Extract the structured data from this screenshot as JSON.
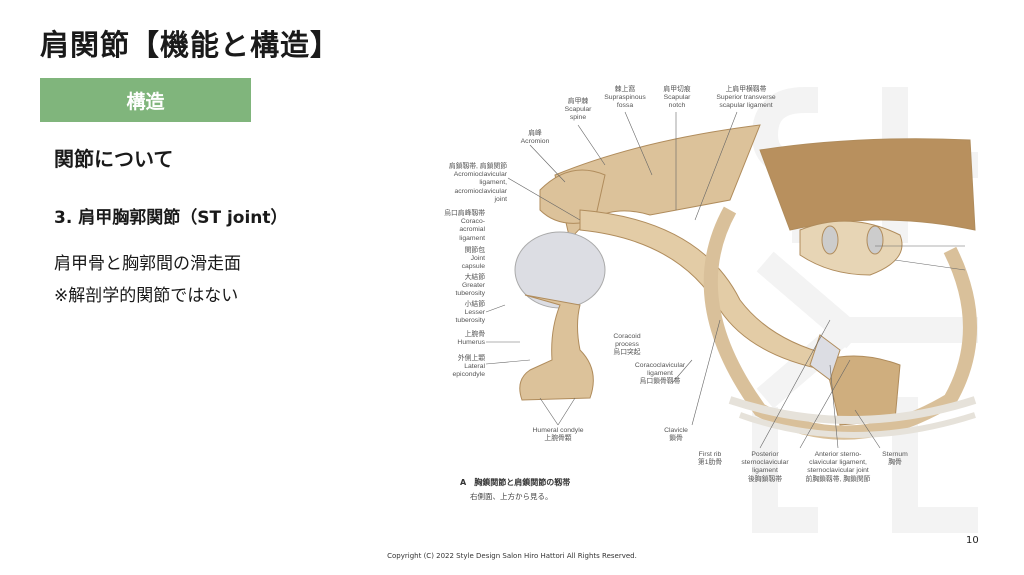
{
  "slide": {
    "title": "肩関節【機能と構造】",
    "section_banner": "構造",
    "heading": "関節について",
    "subheading": "3. 肩甲胸郭関節（ST joint）",
    "body_lines": [
      "肩甲骨と胸郭間の滑走面",
      "※解剖学的関節ではない"
    ],
    "page_number": "10",
    "copyright": "Copyright (C) 2022 Style Design Salon Hiro Hattori All Rights Reserved.",
    "watermark": "STYLE"
  },
  "figure": {
    "labels": {
      "scapular_spine": [
        "肩甲棘",
        "Scapular",
        "spine"
      ],
      "supraspinous_fossa": [
        "棘上窩",
        "Supraspinous",
        "fossa"
      ],
      "scapular_notch": [
        "肩甲切痕",
        "Scapular",
        "notch"
      ],
      "superior_transverse": [
        "上肩甲横靱帯",
        "Superior transverse",
        "scapular ligament"
      ],
      "acromion": [
        "肩峰",
        "Acromion"
      ],
      "acromioclavicular": [
        "肩鎖靱帯, 肩鎖関節",
        "Acromioclavicular",
        "ligament,",
        "acromioclavicular",
        "joint"
      ],
      "coracoacromial": [
        "烏口肩峰靱帯",
        "Coraco-",
        "acromial",
        "ligament"
      ],
      "joint_capsule": [
        "関節包",
        "Joint",
        "capsule"
      ],
      "greater_tuberosity": [
        "大結節",
        "Greater",
        "tuberosity"
      ],
      "lesser_tuberosity": [
        "小結節",
        "Lesser",
        "tuberosity"
      ],
      "humerus": [
        "上腕骨",
        "Humerus"
      ],
      "lateral_epicondyle": [
        "外側上顆",
        "Lateral",
        "epicondyle"
      ],
      "humeral_condyle": [
        "Humeral condyle",
        "上腕骨顆"
      ],
      "coracoid_process": [
        "Coracoid",
        "process",
        "烏口突起"
      ],
      "coracoclavicular": [
        "Coracoclavicular",
        "ligament",
        "烏口鎖骨靱帯"
      ],
      "clavicle": [
        "Clavicle",
        "鎖骨"
      ],
      "first_rib": [
        "First rib",
        "第1肋骨"
      ],
      "posterior_sc": [
        "Posterior",
        "sternoclavicular",
        "ligament",
        "後胸鎖靱帯"
      ],
      "anterior_sc": [
        "Anterior sterno-",
        "clavicular ligament,",
        "sternoclavicular joint",
        "前胸鎖靱帯, 胸鎖関節"
      ],
      "sternum": [
        "Sternum",
        "胸骨"
      ]
    },
    "caption_title": "A　胸鎖関節と肩鎖関節の靱帯",
    "caption_sub": "右側面、上方から見る。",
    "colors": {
      "bone": "#dcc29a",
      "bone_dark": "#a47a4a",
      "ligament": "#dcdde3",
      "banner": "#80b57c"
    }
  }
}
